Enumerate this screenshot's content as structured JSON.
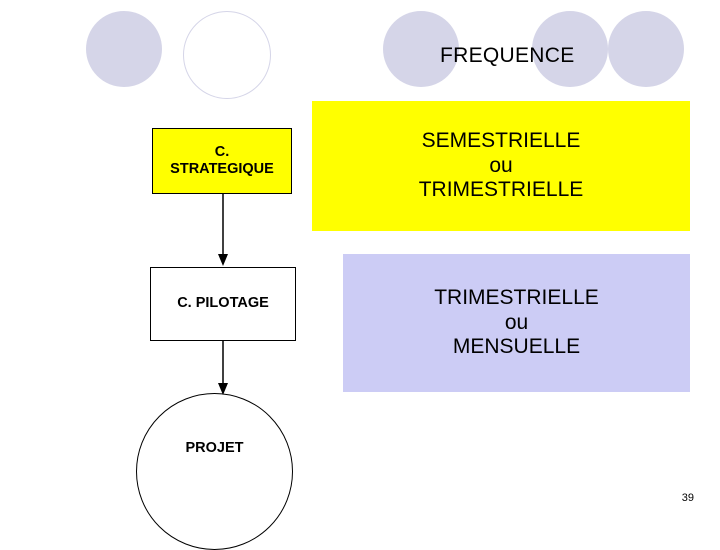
{
  "slide": {
    "title": "FREQUENCE",
    "page_number": "39",
    "boxes": {
      "strategique": "C.\nSTRATEGIQUE",
      "pilotage": "C. PILOTAGE",
      "projet": "PROJET",
      "frequence_strategique": "SEMESTRIELLE\nou\nTRIMESTRIELLE",
      "frequence_pilotage": "TRIMESTRIELLE\nou\nMENSUELLE"
    },
    "colors": {
      "yellow": "#ffff00",
      "lavender": "#ccccf5",
      "deco_circle": "#d5d5e8",
      "outline": "#000000",
      "background": "#ffffff"
    },
    "decorations": [
      {
        "name": "circle-filled-left",
        "style": "filled"
      },
      {
        "name": "circle-outline-left",
        "style": "outline"
      },
      {
        "name": "circle-filled-mid",
        "style": "filled"
      },
      {
        "name": "circle-filled-right",
        "style": "filled"
      }
    ]
  }
}
